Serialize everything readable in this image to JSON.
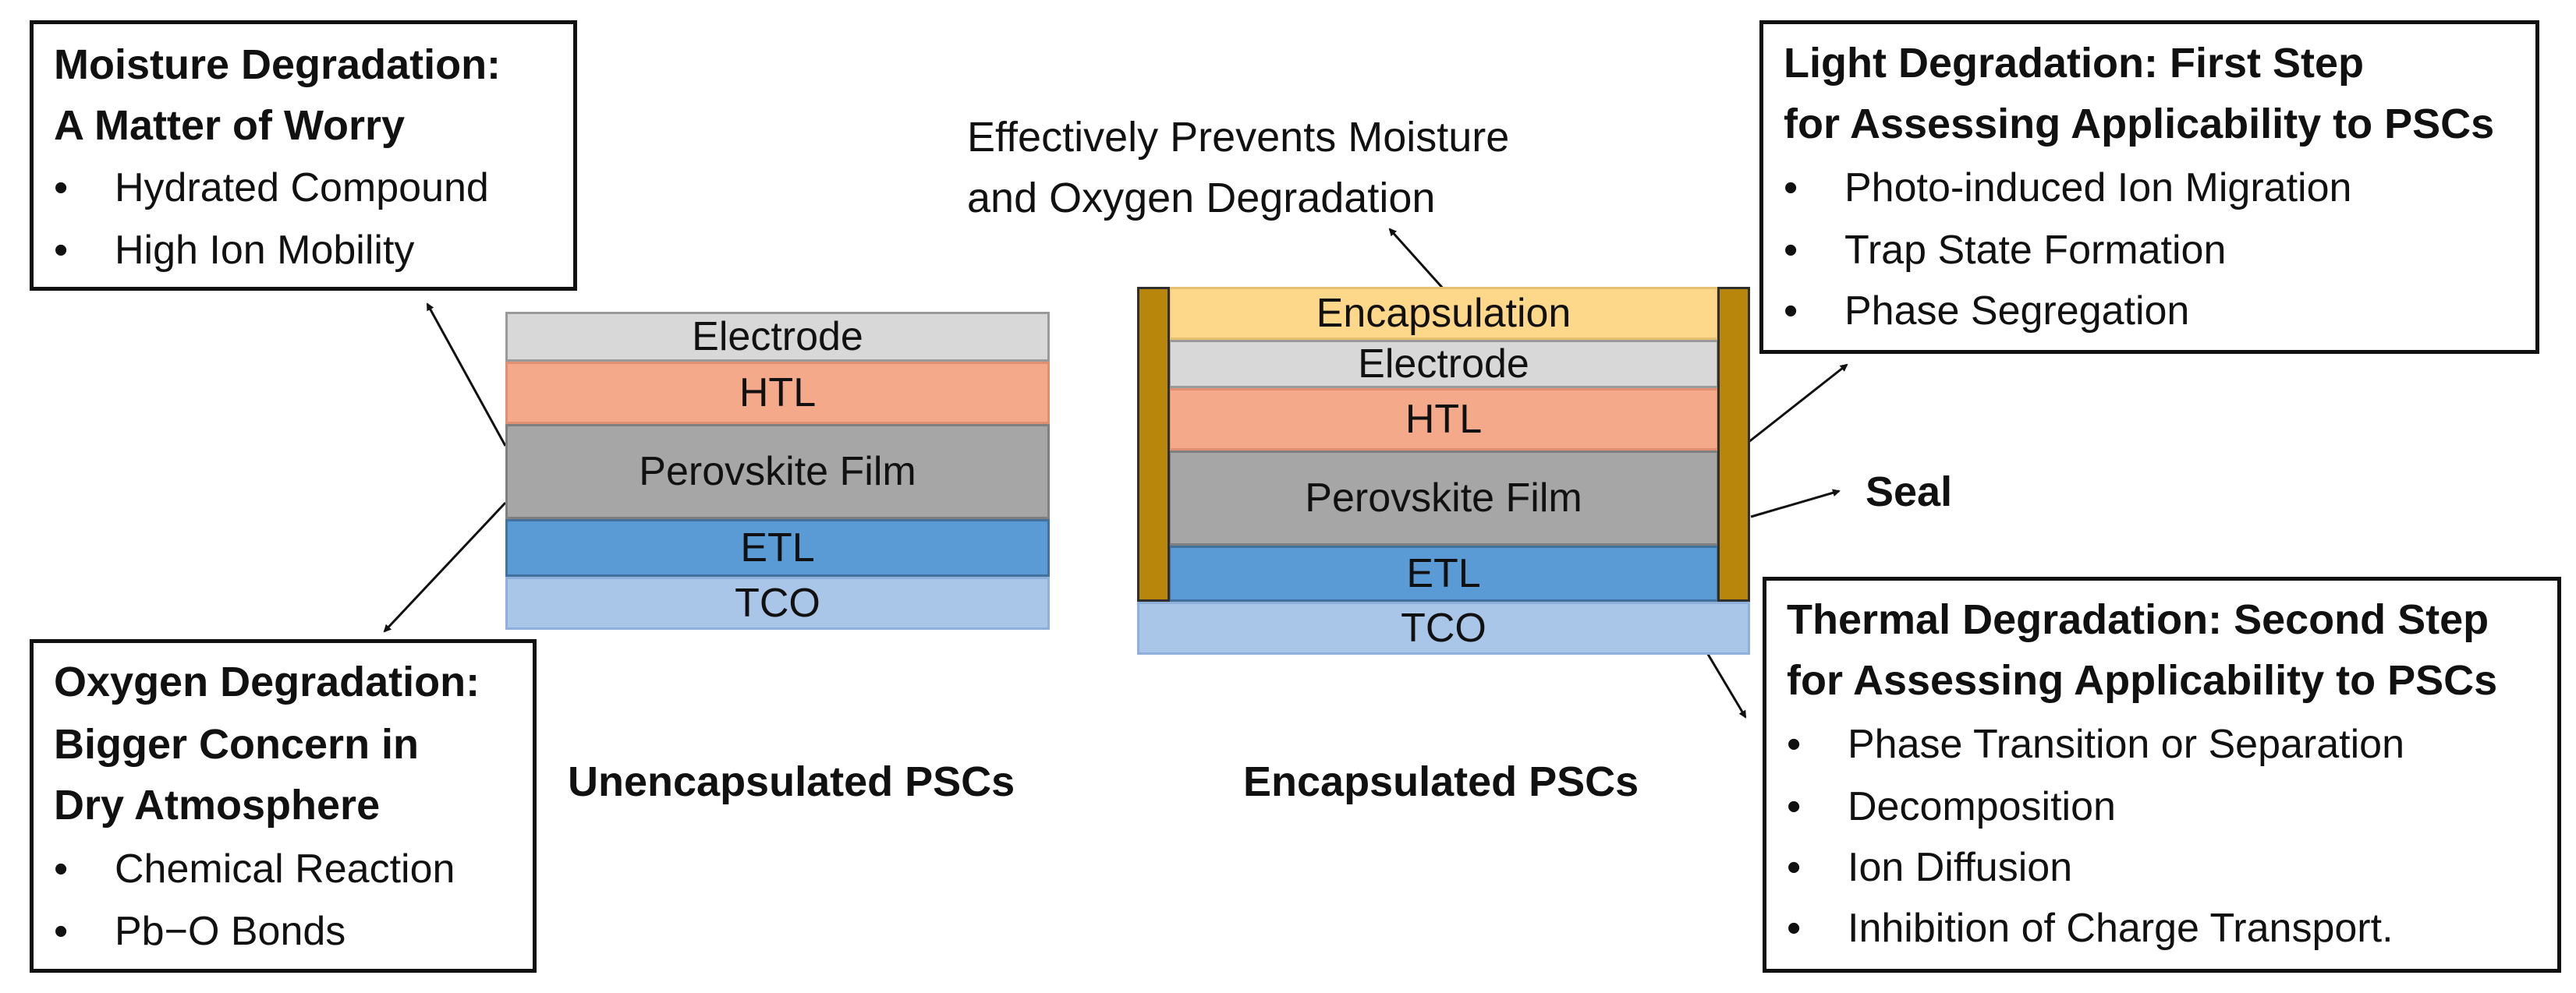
{
  "boxes": {
    "moisture": {
      "title": [
        "Moisture Degradation:",
        "A Matter of Worry"
      ],
      "bullets": [
        "Hydrated Compound",
        "High Ion Mobility"
      ]
    },
    "oxygen": {
      "title": [
        "Oxygen Degradation:",
        "Bigger Concern in",
        "Dry Atmosphere"
      ],
      "bullets": [
        "Chemical Reaction",
        "Pb−O Bonds"
      ]
    },
    "light": {
      "title": [
        "Light Degradation: First Step",
        "for Assessing Applicability to PSCs"
      ],
      "bullets": [
        "Photo-induced Ion Migration",
        "Trap State Formation",
        "Phase Segregation"
      ]
    },
    "thermal": {
      "title": [
        "Thermal Degradation: Second Step",
        "for Assessing Applicability to PSCs"
      ],
      "bullets": [
        "Phase Transition or Separation",
        "Decomposition",
        "Ion Diffusion",
        "Inhibition of Charge Transport."
      ]
    },
    "bullet_symbol": "•"
  },
  "unencapsulated": {
    "layers": [
      "Electrode",
      "HTL",
      "Perovskite Film",
      "ETL",
      "TCO"
    ],
    "caption": "Unencapsulated PSCs"
  },
  "encapsulated": {
    "layers": [
      "Encapsulation",
      "Electrode",
      "HTL",
      "Perovskite Film",
      "ETL",
      "TCO"
    ],
    "caption": "Encapsulated PSCs"
  },
  "annotations": {
    "prevents": [
      "Effectively Prevents Moisture",
      "and Oxygen Degradation"
    ],
    "seal": "Seal"
  },
  "colors": {
    "encapsulation": "#fdd88a",
    "electrode": "#d8d8d8",
    "htl": "#f4a98a",
    "perovskite": "#a6a6a6",
    "etl": "#5b9bd5",
    "tco": "#a9c6e8",
    "seal": "#b8860b"
  }
}
